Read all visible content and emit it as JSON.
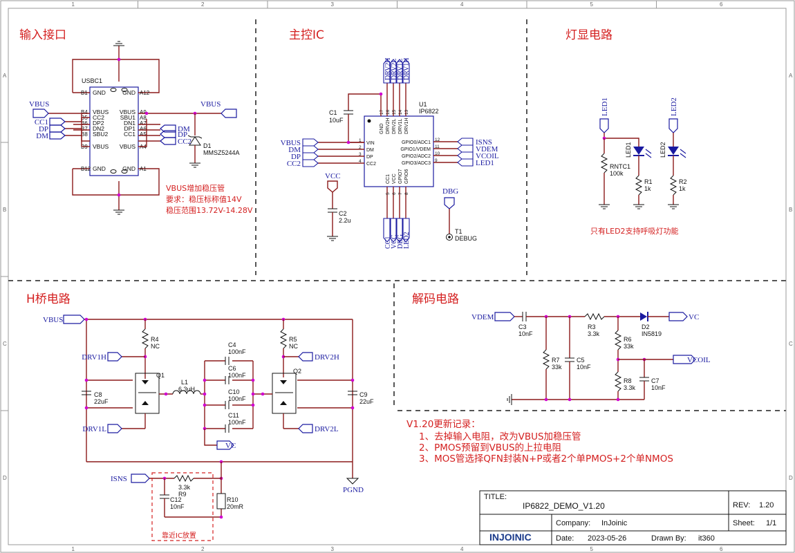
{
  "frame": {
    "cols": [
      "1",
      "2",
      "3",
      "4",
      "5",
      "6"
    ],
    "rows": [
      "A",
      "B",
      "C",
      "D"
    ]
  },
  "sections": {
    "input": "输入接口",
    "mcu": "主控IC",
    "led": "灯显电路",
    "hbridge": "H桥电路",
    "decode": "解码电路"
  },
  "input": {
    "ref": "USBC1",
    "pins_left": [
      "B1",
      "B4",
      "B5",
      "B6",
      "B7",
      "B8",
      "B9",
      "B12"
    ],
    "pins_right": [
      "A12",
      "A9",
      "A8",
      "A7",
      "A6",
      "A5",
      "A4",
      "A1"
    ],
    "inner_left": [
      "GND",
      "VBUS",
      "CC2",
      "DP2",
      "DN2",
      "SBU2",
      "VBUS",
      "GND"
    ],
    "inner_right": [
      "GND",
      "VBUS",
      "SBU1",
      "DN1",
      "DP1",
      "CC1",
      "VBUS",
      "GND"
    ],
    "net_left": [
      "VBUS",
      "CC1",
      "DP",
      "DM"
    ],
    "net_right": [
      "VBUS",
      "DM",
      "DP",
      "CC2"
    ],
    "diode_ref": "D1",
    "diode_val": "MMSZ5244A",
    "note1": "VBUS增加稳压管",
    "note2": "要求：稳压标称值14V",
    "note3": "稳压范围13.72V-14.28V"
  },
  "mcu": {
    "ref": "U1",
    "part": "IP6822",
    "top_nets": [
      "DRV2H",
      "DRV2L",
      "DRV1L",
      "DRV1H"
    ],
    "top_pins": [
      "GND",
      "DRV2H",
      "DRV2L",
      "DRV1L",
      "DRV1H"
    ],
    "top_nums": [
      "17",
      "16",
      "15",
      "14",
      "13"
    ],
    "left_pins": [
      "VIN",
      "DM",
      "DP",
      "CC2"
    ],
    "left_nums": [
      "1",
      "2",
      "3",
      "4"
    ],
    "left_nets": [
      "VBUS",
      "DM",
      "DP",
      "CC2"
    ],
    "right_pins": [
      "GPIO0/ADC1",
      "GPIO1/VDEM",
      "GPIO2/ADC2",
      "GPIO3/ADC3"
    ],
    "right_nums": [
      "12",
      "11",
      "10",
      "9"
    ],
    "right_nets": [
      "ISNS",
      "VDEM",
      "VCOIL",
      "LED1"
    ],
    "bottom_pins": [
      "CC1",
      "VCC",
      "GPIO7",
      "GPIO6"
    ],
    "bottom_nums": [
      "5",
      "6",
      "7",
      "8"
    ],
    "bottom_nets": [
      "CC1",
      "VCC",
      "DBG",
      "LED2"
    ],
    "c1_ref": "C1",
    "c1_val": "10uF",
    "vcc": "VCC",
    "c2_ref": "C2",
    "c2_val": "2.2u",
    "dbg": "DBG",
    "t1_ref": "T1",
    "t1_val": "DEBUG"
  },
  "led": {
    "led1_net": "LED1",
    "led2_net": "LED2",
    "ntc_ref": "RNTC1",
    "ntc_val": "100k",
    "d_led1": "LED1",
    "d_led2": "LED2",
    "r1_ref": "R1",
    "r1_val": "1k",
    "r2_ref": "R2",
    "r2_val": "1k",
    "note": "只有LED2支持呼吸灯功能"
  },
  "hbridge": {
    "vbus": "VBUS",
    "r4_ref": "R4",
    "r4_val": "NC",
    "r5_ref": "R5",
    "r5_val": "NC",
    "drv1h": "DRV1H",
    "drv1l": "DRV1L",
    "drv2h": "DRV2H",
    "drv2l": "DRV2L",
    "q1": "Q1",
    "q2": "Q2",
    "c8_ref": "C8",
    "c8_val": "22uF",
    "c9_ref": "C9",
    "c9_val": "22uF",
    "l1_ref": "L1",
    "l1_val": "6.3uH",
    "c4_ref": "C4",
    "c4_val": "100nF",
    "c6_ref": "C6",
    "c6_val": "100nF",
    "c10_ref": "C10",
    "c10_val": "100nF",
    "c11_ref": "C11",
    "c11_val": "100nF",
    "vc": "VC",
    "isns": "ISNS",
    "r9_ref": "R9",
    "r9_val": "3.3k",
    "c12_ref": "C12",
    "c12_val": "10nF",
    "r10_ref": "R10",
    "r10_val": "20mR",
    "pgnd": "PGND",
    "place_note": "靠近IC放置"
  },
  "decode": {
    "vdem": "VDEM",
    "c3_ref": "C3",
    "c3_val": "10nF",
    "r3_ref": "R3",
    "r3_val": "3.3k",
    "d2_ref": "D2",
    "d2_val": "IN5819",
    "vc": "VC",
    "r7_ref": "R7",
    "r7_val": "33k",
    "c5_ref": "C5",
    "c5_val": "10nF",
    "r6_ref": "R6",
    "r6_val": "33k",
    "r8_ref": "R8",
    "r8_val": "3.3k",
    "c7_ref": "C7",
    "c7_val": "10nF",
    "vcoil": "VCOIL"
  },
  "changelog": {
    "title": "V1.20更新记录：",
    "items": [
      "1、去掉输入电阻，改为VBUS加稳压管",
      "2、PMOS预留到VBUS的上拉电阻",
      "3、MOS管选择QFN封装N+P或者2个单PMOS+2个单NMOS"
    ]
  },
  "titleblock": {
    "title_label": "TITLE:",
    "title": "IP6822_DEMO_V1.20",
    "rev_label": "REV:",
    "rev": "1.20",
    "company_label": "Company:",
    "company": "InJoinic",
    "sheet_label": "Sheet:",
    "sheet": "1/1",
    "date_label": "Date:",
    "date": "2023-05-26",
    "drawn_label": "Drawn By:",
    "drawn": "it360",
    "logo": "INJOINIC"
  }
}
